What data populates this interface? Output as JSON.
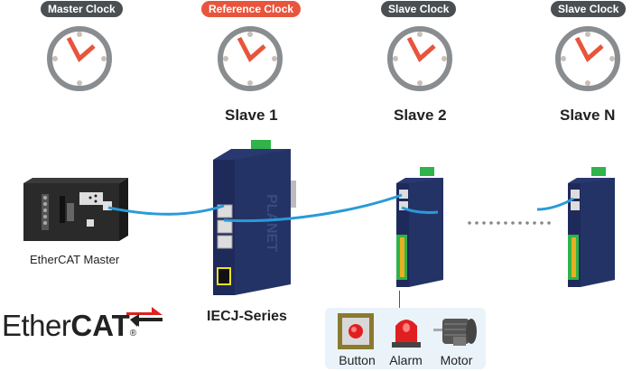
{
  "clocks": [
    {
      "badge": "Master Clock",
      "badge_style": "dark",
      "label": ""
    },
    {
      "badge": "Reference Clock",
      "badge_style": "red",
      "label": "Slave 1"
    },
    {
      "badge": "Slave Clock",
      "badge_style": "dark",
      "label": "Slave 2"
    },
    {
      "badge": "Slave Clock",
      "badge_style": "dark",
      "label": "Slave N"
    }
  ],
  "devices": {
    "master_caption": "EtherCAT Master",
    "switch_caption": "IECJ-Series",
    "brand_text": "PLANET"
  },
  "io_devices": [
    {
      "label": "Button"
    },
    {
      "label": "Alarm"
    },
    {
      "label": "Motor"
    }
  ],
  "logo": {
    "ether": "Ether",
    "cat": "CAT",
    "reg": "®"
  },
  "colors": {
    "badge_dark": "#4a4f52",
    "badge_red": "#e8553c",
    "clock_ring": "#8a8d8f",
    "clock_hand": "#e8553c",
    "cable": "#2a9ad8",
    "device_body": "#1e2a5a",
    "terminal_green": "#2fb34a"
  }
}
